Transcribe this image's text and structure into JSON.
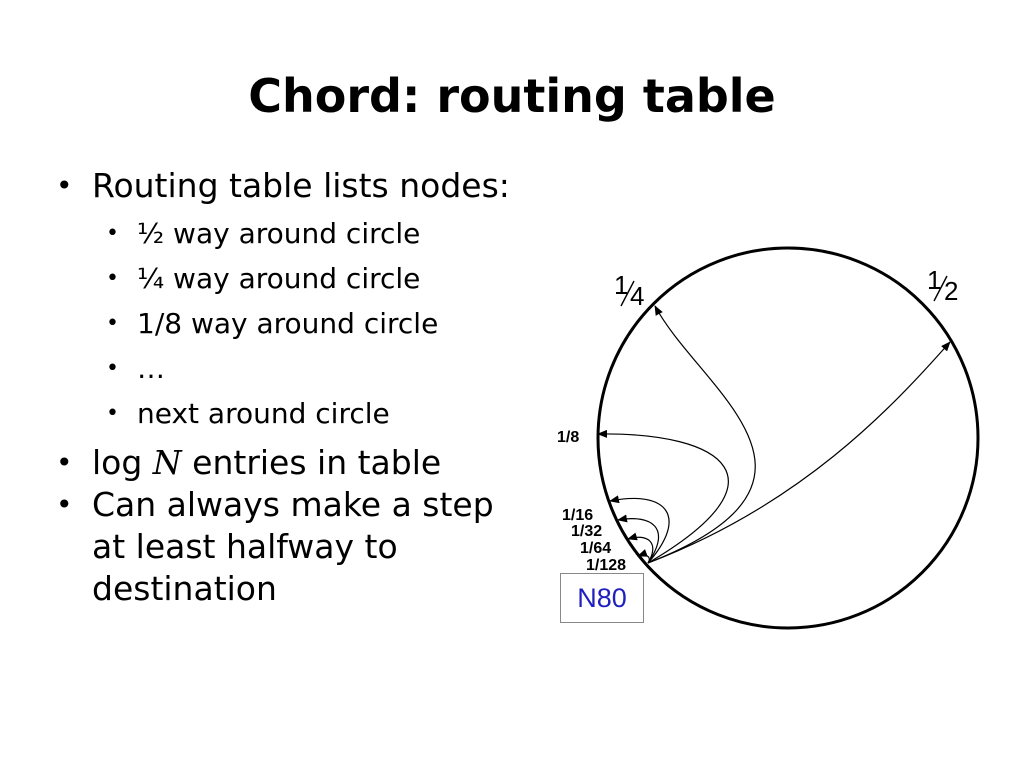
{
  "slide": {
    "title": "Chord: routing table"
  },
  "bullets": {
    "first": "Routing table lists nodes:",
    "sub": [
      "½ way around circle",
      "¼ way around circle",
      "1/8 way around circle",
      "…",
      "next around circle"
    ],
    "log_prefix": "log ",
    "log_var": "N",
    "log_suffix": " entries in table",
    "step_line1": "Can always make a step",
    "step_line2": "at least halfway to",
    "step_line3": "destination"
  },
  "diagram": {
    "node_label": "N80",
    "labels": {
      "half_num": "1",
      "half_den": "2",
      "quarter_num": "1",
      "quarter_den": "4",
      "eighth": "1/8",
      "sixteenth": "1/16",
      "thirtysecond": "1/32",
      "sixtyfourth": "1/64",
      "onetwentyeighth": "1/128"
    }
  }
}
